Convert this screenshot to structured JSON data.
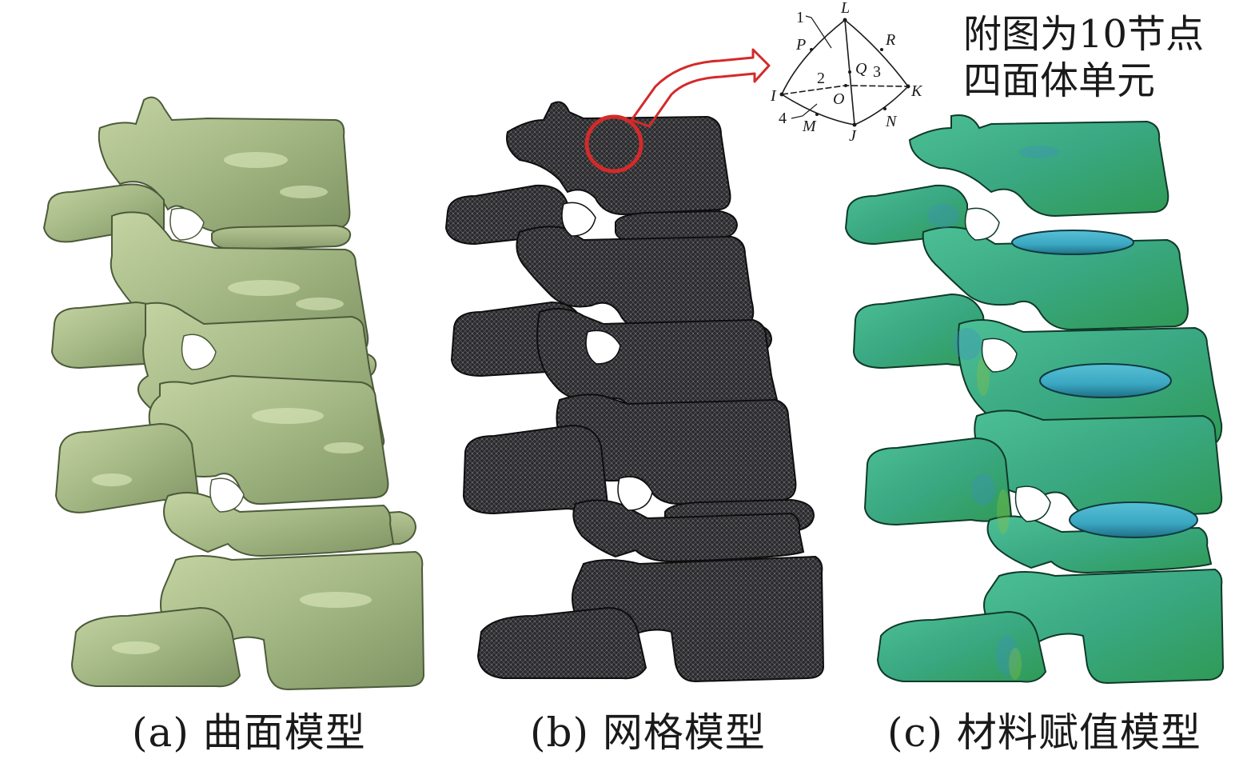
{
  "figure": {
    "panels": [
      {
        "id": "a",
        "caption": "(a) 曲面模型",
        "model": "surface-model",
        "fill_color": "#a9bb8a",
        "shade_color": "#6d8052",
        "highlight_color": "#dfeab8"
      },
      {
        "id": "b",
        "caption": "(b) 网格模型",
        "model": "mesh-model",
        "fill_color": "#2d2d2f",
        "shade_color": "#111111",
        "highlight_color": "#6a6a70"
      },
      {
        "id": "c",
        "caption": "(c) 材料赋值模型",
        "model": "material-assigned-model",
        "fill_color": "#3fae8a",
        "shade_color": "#1f6f5a",
        "highlight_color": "#55c4a0",
        "disc_color": "#3aa9c4"
      }
    ],
    "annotation": {
      "text_line1": "附图为10节点",
      "text_line2": "四面体单元",
      "highlight_circle_color": "#d42a2a",
      "arrow_color": "#d42a2a"
    },
    "tetrahedron": {
      "vertices": [
        "L",
        "I",
        "J",
        "K"
      ],
      "midside_nodes": [
        "P",
        "R",
        "Q",
        "O",
        "M",
        "N"
      ],
      "face_labels": [
        "1",
        "2",
        "3",
        "4"
      ]
    }
  }
}
